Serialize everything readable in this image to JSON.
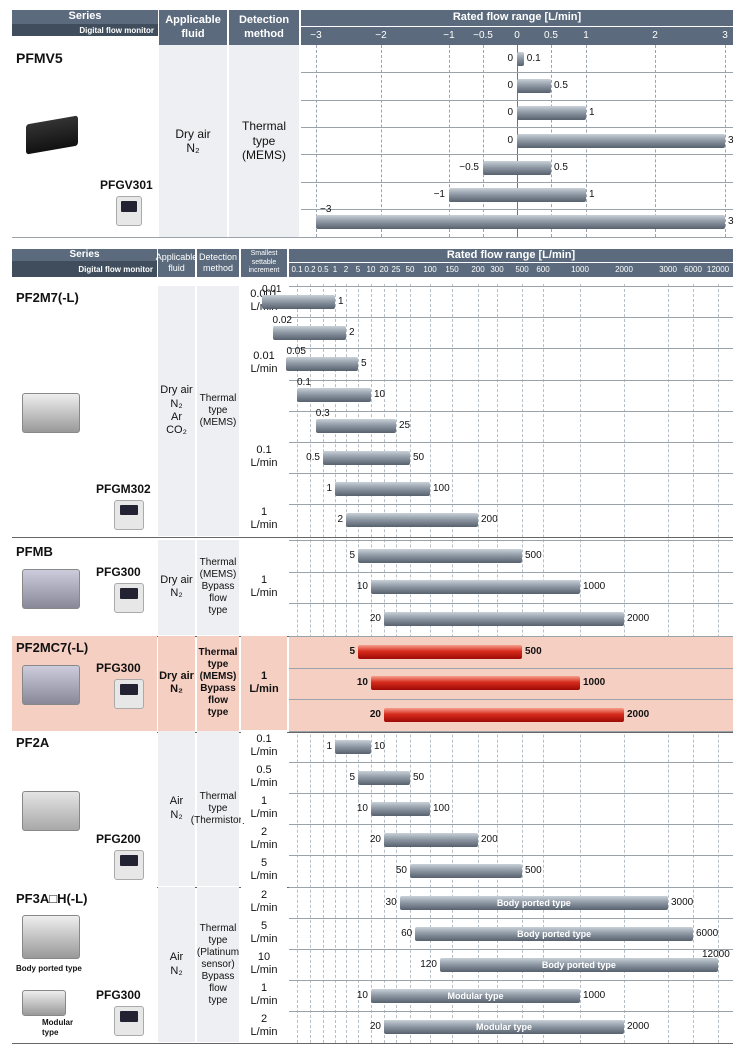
{
  "top": {
    "headers": {
      "series": "Series",
      "digital_flow_monitor": "Digital flow monitor",
      "applicable_fluid": "Applicable\nfluid",
      "detection_method": "Detection\nmethod",
      "rated_flow_range": "Rated flow range [L/min]"
    },
    "ticks": [
      "−3",
      "−2",
      "−1",
      "−0.5",
      "0",
      "0.5",
      "1",
      "2",
      "3"
    ],
    "series_name": "PFMV5",
    "monitor_model": "PFGV301",
    "fluid": "Dry air\nN₂",
    "method": "Thermal\ntype\n(MEMS)",
    "rows": [
      {
        "min": 0,
        "max": 0.1,
        "min_label": "0",
        "max_label": "0.1"
      },
      {
        "min": 0,
        "max": 0.5,
        "min_label": "0",
        "max_label": "0.5"
      },
      {
        "min": 0,
        "max": 1,
        "min_label": "0",
        "max_label": "1"
      },
      {
        "min": 0,
        "max": 3,
        "min_label": "0",
        "max_label": "3"
      },
      {
        "min": -0.5,
        "max": 0.5,
        "min_label": "−0.5",
        "max_label": "0.5"
      },
      {
        "min": -1,
        "max": 1,
        "min_label": "−1",
        "max_label": "1"
      },
      {
        "min": -3,
        "max": 3,
        "min_label": "−3",
        "max_label": "3"
      }
    ]
  },
  "bottom": {
    "headers": {
      "series": "Series",
      "digital_flow_monitor": "Digital flow monitor",
      "applicable_fluid": "Applicable\nfluid",
      "detection_method": "Detection\nmethod",
      "smallest_increment": "Smallest\nsettable\nincrement",
      "rated_flow_range": "Rated flow range [L/min]"
    },
    "ticks": [
      "0.1",
      "0.2",
      "0.5",
      "1",
      "2",
      "5",
      "10",
      "20",
      "25",
      "50",
      "100",
      "150",
      "200",
      "300",
      "500",
      "600",
      "1000",
      "2000",
      "3000",
      "6000",
      "12000"
    ],
    "groups": [
      {
        "series": "PF2M7(-L)",
        "monitor": "PFGM302",
        "fluid": "Dry air\nN₂\nAr\nCO₂",
        "method": "Thermal\ntype\n(MEMS)",
        "increments": [
          "0.001\nL/min",
          "0.01\nL/min",
          "0.1\nL/min",
          "1\nL/min"
        ],
        "rows": [
          {
            "min": 0.01,
            "max": 1,
            "min_label": "0.01",
            "max_label": "1"
          },
          {
            "min": 0.02,
            "max": 2,
            "min_label": "0.02",
            "max_label": "2"
          },
          {
            "min": 0.05,
            "max": 5,
            "min_label": "0.05",
            "max_label": "5"
          },
          {
            "min": 0.1,
            "max": 10,
            "min_label": "0.1",
            "max_label": "10"
          },
          {
            "min": 0.3,
            "max": 25,
            "min_label": "0.3",
            "max_label": "25"
          },
          {
            "min": 0.5,
            "max": 50,
            "min_label": "0.5",
            "max_label": "50"
          },
          {
            "min": 1,
            "max": 100,
            "min_label": "1",
            "max_label": "100"
          },
          {
            "min": 2,
            "max": 200,
            "min_label": "2",
            "max_label": "200"
          }
        ]
      },
      {
        "series": "PFMB",
        "monitor": "PFG300",
        "fluid": "Dry air\nN₂",
        "method": "Thermal\n(MEMS)\nBypass\nflow\ntype",
        "increments": [
          "1\nL/min"
        ],
        "rows": [
          {
            "min": 5,
            "max": 500,
            "min_label": "5",
            "max_label": "500"
          },
          {
            "min": 10,
            "max": 1000,
            "min_label": "10",
            "max_label": "1000"
          },
          {
            "min": 20,
            "max": 2000,
            "min_label": "20",
            "max_label": "2000"
          }
        ]
      },
      {
        "series": "PF2MC7(-L)",
        "monitor": "PFG300",
        "fluid": "Dry air\nN₂",
        "method": "Thermal\ntype\n(MEMS)\nBypass\nflow\ntype",
        "increments": [
          "1\nL/min"
        ],
        "rows": [
          {
            "min": 5,
            "max": 500,
            "min_label": "5",
            "max_label": "500"
          },
          {
            "min": 10,
            "max": 1000,
            "min_label": "10",
            "max_label": "1000"
          },
          {
            "min": 20,
            "max": 2000,
            "min_label": "20",
            "max_label": "2000"
          }
        ]
      },
      {
        "series": "PF2A",
        "monitor": "PFG200",
        "fluid": "Air\nN₂",
        "method": "Thermal\ntype\n(Thermistor)",
        "increments": [
          "0.1\nL/min",
          "0.5\nL/min",
          "1\nL/min",
          "2\nL/min",
          "5\nL/min"
        ],
        "rows": [
          {
            "min": 1,
            "max": 10,
            "min_label": "1",
            "max_label": "10"
          },
          {
            "min": 5,
            "max": 50,
            "min_label": "5",
            "max_label": "50"
          },
          {
            "min": 10,
            "max": 100,
            "min_label": "10",
            "max_label": "100"
          },
          {
            "min": 20,
            "max": 200,
            "min_label": "20",
            "max_label": "200"
          },
          {
            "min": 50,
            "max": 500,
            "min_label": "50",
            "max_label": "500"
          }
        ]
      },
      {
        "series": "PF3A□H(-L)",
        "monitor": "PFG300",
        "fluid": "Air\nN₂",
        "method": "Thermal\ntype\n(Platinum\nsensor)\nBypass\nflow\ntype",
        "increments": [
          "2\nL/min",
          "5\nL/min",
          "10\nL/min",
          "1\nL/min",
          "2\nL/min"
        ],
        "image_captions": [
          "Body ported type",
          "Modular\ntype"
        ],
        "rows": [
          {
            "min": 30,
            "max": 3000,
            "min_label": "30",
            "max_label": "3000",
            "inner": "Body ported type"
          },
          {
            "min": 60,
            "max": 6000,
            "min_label": "60",
            "max_label": "6000",
            "inner": "Body ported type"
          },
          {
            "min": 120,
            "max": 12000,
            "min_label": "120",
            "max_label": "12000",
            "inner": "Body ported type"
          },
          {
            "min": 10,
            "max": 1000,
            "min_label": "10",
            "max_label": "1000",
            "inner": "Modular type"
          },
          {
            "min": 20,
            "max": 2000,
            "min_label": "20",
            "max_label": "2000",
            "inner": "Modular type"
          }
        ]
      }
    ]
  },
  "colors": {
    "header": "#5b6b7d",
    "cell": "#eeeff2",
    "highlight": "#f6cfc3",
    "bar_gray": "#7d8893",
    "bar_red": "#d62b1c"
  }
}
